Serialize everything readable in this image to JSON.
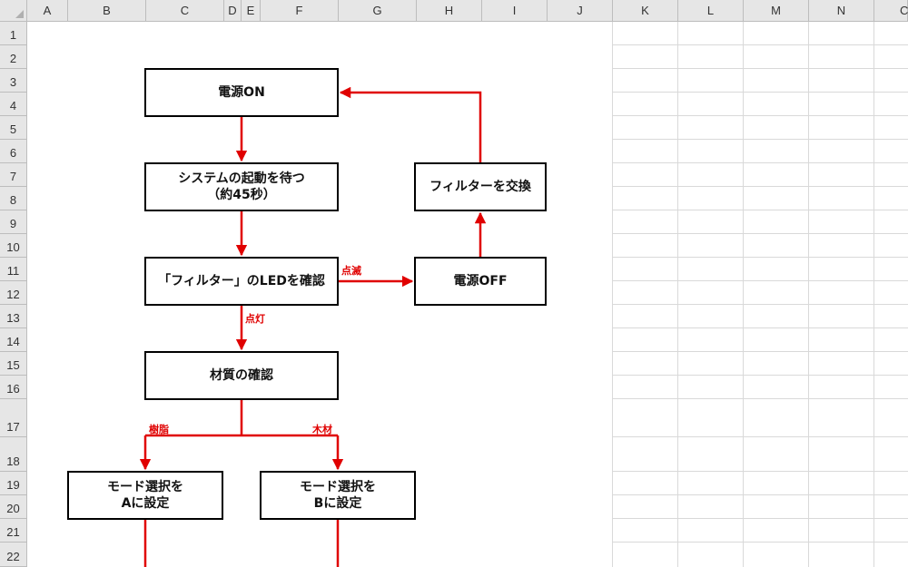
{
  "sheet": {
    "columns": [
      "A",
      "B",
      "C",
      "D",
      "E",
      "F",
      "G",
      "H",
      "I",
      "J",
      "K",
      "L",
      "M",
      "N",
      "C"
    ],
    "rows": [
      "1",
      "2",
      "3",
      "4",
      "5",
      "6",
      "7",
      "8",
      "9",
      "10",
      "11",
      "12",
      "13",
      "14",
      "15",
      "16",
      "17",
      "18",
      "19",
      "20",
      "21",
      "22"
    ]
  },
  "flowchart": {
    "nodes": {
      "power_on": "電源ON",
      "wait_boot": "システムの起動を待つ\n（約45秒）",
      "check_led": "「フィルター」のLEDを確認",
      "check_material": "材質の確認",
      "mode_a": "モード選択を\nAに設定",
      "mode_b": "モード選択を\nBに設定",
      "power_off": "電源OFF",
      "replace_filter": "フィルターを交換"
    },
    "edge_labels": {
      "blinking": "点滅",
      "lit": "点灯",
      "resin": "樹脂",
      "wood": "木材"
    },
    "colors": {
      "connector": "#e00000",
      "node_border": "#000000",
      "grid_line": "#d9d9d9",
      "header_bg": "#e6e6e6"
    }
  }
}
